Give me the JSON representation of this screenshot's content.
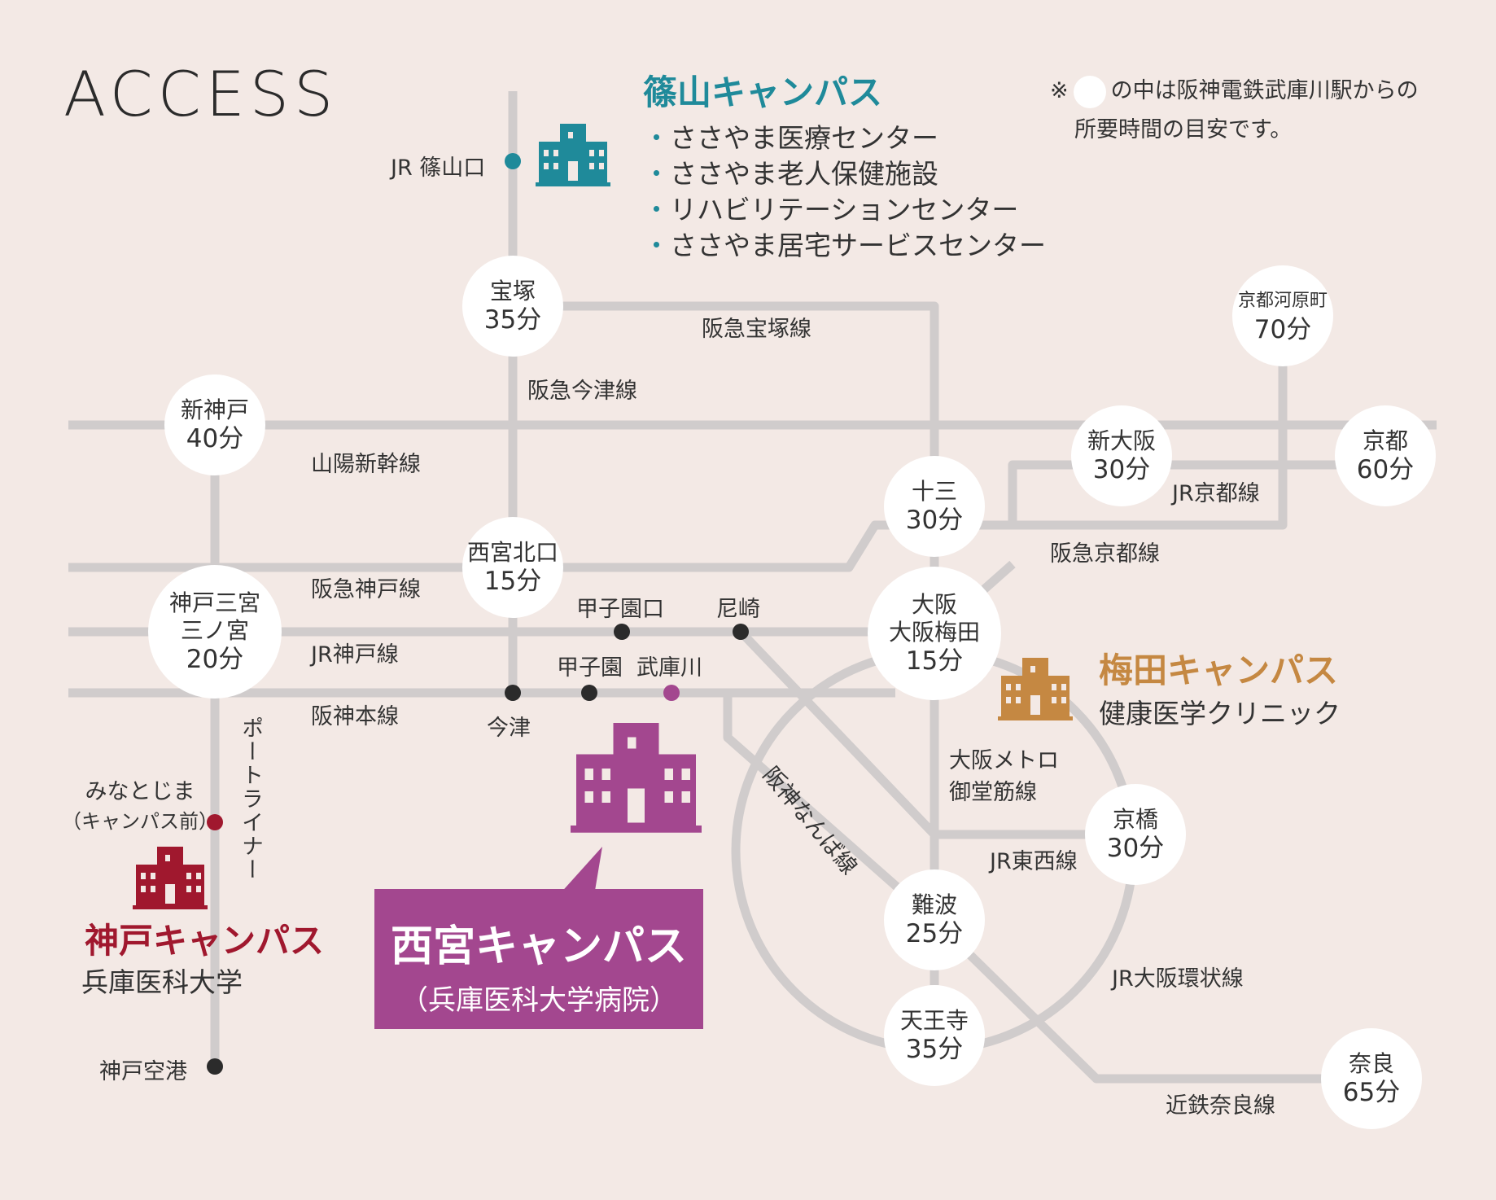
{
  "title": "ACCESS",
  "note": {
    "line1_prefix": "※",
    "line1_suffix": "の中は阪神電鉄武庫川駅からの",
    "line2": "所要時間の目安です。"
  },
  "campuses": {
    "sasayama": {
      "name": "篠山キャンパス",
      "facilities": [
        "ささやま医療センター",
        "ささやま老人保健施設",
        "リハビリテーションセンター",
        "ささやま居宅サービスセンター"
      ],
      "color": "#1f8a9a"
    },
    "umeda": {
      "name": "梅田キャンパス",
      "facility": "健康医学クリニック",
      "color": "#c58842"
    },
    "kobe": {
      "name": "神戸キャンパス",
      "facility": "兵庫医科大学",
      "color": "#a0182e"
    },
    "nishinomiya": {
      "name": "西宮キャンパス",
      "facility": "（兵庫医科大学病院）",
      "color": "#a3478f"
    }
  },
  "stations": [
    {
      "id": "takarazuka",
      "name": "宝塚",
      "time": "35分"
    },
    {
      "id": "shinkobe",
      "name": "新神戸",
      "time": "40分"
    },
    {
      "id": "sannomiya",
      "name": "神戸三宮\n三ノ宮",
      "time": "20分"
    },
    {
      "id": "nishikita",
      "name": "西宮北口",
      "time": "15分"
    },
    {
      "id": "juso",
      "name": "十三",
      "time": "30分"
    },
    {
      "id": "shinosaka",
      "name": "新大阪",
      "time": "30分"
    },
    {
      "id": "kyoto",
      "name": "京都",
      "time": "60分"
    },
    {
      "id": "kawaramachi",
      "name": "京都河原町",
      "time": "70分"
    },
    {
      "id": "osaka",
      "name": "大阪\n大阪梅田",
      "time": "15分"
    },
    {
      "id": "kyobashi",
      "name": "京橋",
      "time": "30分"
    },
    {
      "id": "namba",
      "name": "難波",
      "time": "25分"
    },
    {
      "id": "tennoji",
      "name": "天王寺",
      "time": "35分"
    },
    {
      "id": "nara",
      "name": "奈良",
      "time": "65分"
    }
  ],
  "small_stations": [
    {
      "id": "sasayamaguchi",
      "name": "JR 篠山口",
      "color": "#1f8a9a"
    },
    {
      "id": "koshienguchi",
      "name": "甲子園口",
      "color": "#2b2b2b"
    },
    {
      "id": "amagasaki",
      "name": "尼崎",
      "color": "#2b2b2b"
    },
    {
      "id": "imazu",
      "name": "今津",
      "color": "#2b2b2b"
    },
    {
      "id": "koshien",
      "name": "甲子園",
      "color": "#2b2b2b"
    },
    {
      "id": "mukogawa",
      "name": "武庫川",
      "color": "#a3478f"
    },
    {
      "id": "minatojima",
      "name": "みなとじま\n（キャンパス前）",
      "color": "#a0182e"
    },
    {
      "id": "kobeairport",
      "name": "神戸空港",
      "color": "#2b2b2b"
    }
  ],
  "lines": [
    {
      "id": "hankyu_takarazuka",
      "name": "阪急宝塚線"
    },
    {
      "id": "hankyu_imazu",
      "name": "阪急今津線"
    },
    {
      "id": "sanyo_shinkansen",
      "name": "山陽新幹線"
    },
    {
      "id": "jr_kyoto",
      "name": "JR京都線"
    },
    {
      "id": "hankyu_kyoto",
      "name": "阪急京都線"
    },
    {
      "id": "hankyu_kobe",
      "name": "阪急神戸線"
    },
    {
      "id": "jr_kobe",
      "name": "JR神戸線"
    },
    {
      "id": "hanshin_main",
      "name": "阪神本線"
    },
    {
      "id": "port_liner",
      "name": "ポートライナー"
    },
    {
      "id": "hanshin_namba",
      "name": "阪神なんば線"
    },
    {
      "id": "osaka_metro",
      "name": "大阪メトロ\n御堂筋線"
    },
    {
      "id": "jr_tozai",
      "name": "JR東西線"
    },
    {
      "id": "jr_loop",
      "name": "JR大阪環状線"
    },
    {
      "id": "kintetsu_nara",
      "name": "近鉄奈良線"
    }
  ],
  "colors": {
    "background": "#f3e9e5",
    "rail": "#d0cccc",
    "station_fill": "#ffffff"
  },
  "icons": {
    "building": "building-icon"
  }
}
